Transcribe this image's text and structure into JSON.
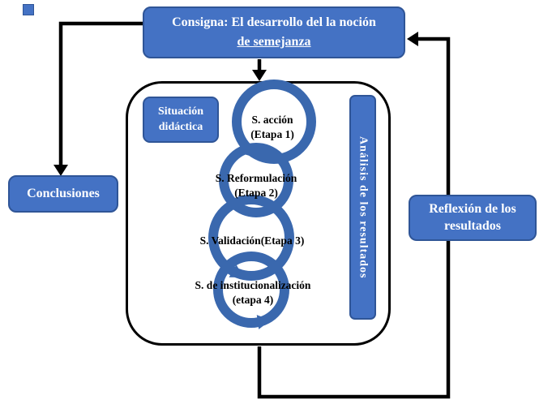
{
  "consigna": {
    "line1": "Consigna: El desarrollo del la noción",
    "line2": "de semejanza"
  },
  "conclusiones": {
    "label": "Conclusiones"
  },
  "reflexion": {
    "label": "Reflexión de los resultados"
  },
  "situacion": {
    "line1": "Situación",
    "line2": "didáctica"
  },
  "analisis": {
    "label": "Análisis de los resultados"
  },
  "stages": [
    {
      "label": "S. acción",
      "etapa": "(Etapa 1)"
    },
    {
      "label": "S. Reformulación",
      "etapa": "(Etapa 2)"
    },
    {
      "label": "S. Validación(Etapa 3)",
      "etapa": ""
    },
    {
      "label": "S. de institucionalización",
      "etapa": "(etapa 4)"
    }
  ],
  "colors": {
    "box_blue": "#4472C4",
    "box_border": "#2F5597",
    "spiral_blue": "#3A68AE",
    "arrow_black": "#000000"
  }
}
